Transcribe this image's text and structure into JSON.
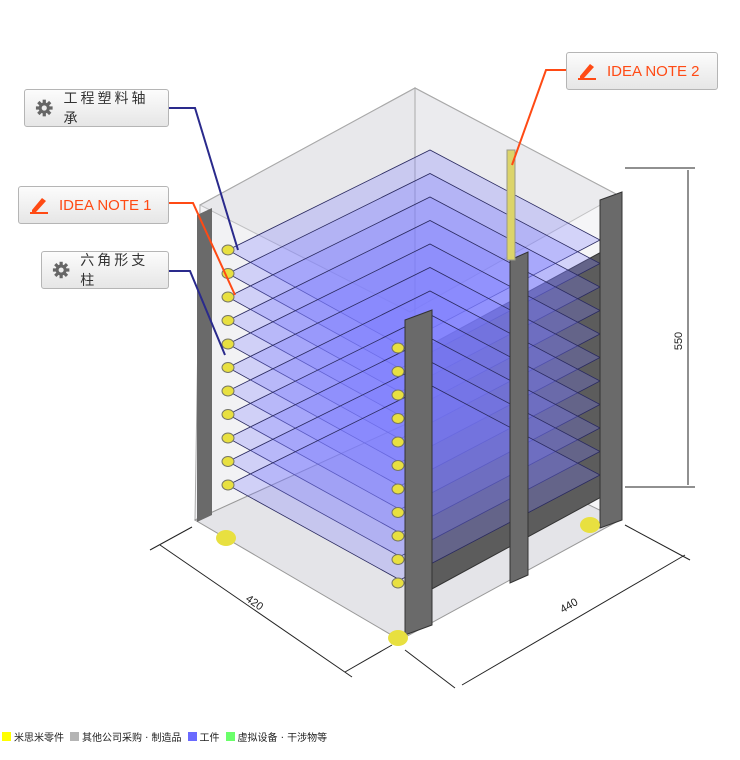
{
  "callouts": [
    {
      "label": "工程塑料轴承",
      "icon": "gear-icon",
      "type": "part"
    },
    {
      "label": "IDEA NOTE 1",
      "icon": "pencil-icon",
      "type": "note"
    },
    {
      "label": "六角形支柱",
      "icon": "gear-icon",
      "type": "part"
    },
    {
      "label": "IDEA NOTE 2",
      "icon": "pencil-icon",
      "type": "note"
    }
  ],
  "dimensions": {
    "width": "420",
    "depth": "440",
    "height": "550"
  },
  "legend": [
    {
      "label": "米思米零件",
      "color": "#ffff00"
    },
    {
      "label": "其他公司采购 · 制造品",
      "color": "#b4b4b4"
    },
    {
      "label": "工件",
      "color": "#6a6aff"
    },
    {
      "label": "虚拟设备 ·  干涉物等",
      "color": "#6aff6a"
    }
  ],
  "colors": {
    "note": "#ff4a14",
    "leader": "#2a2a8c",
    "frame": "#5a5a5a",
    "glass": "#d8d8dc",
    "workpiece": "#7a7aff"
  }
}
